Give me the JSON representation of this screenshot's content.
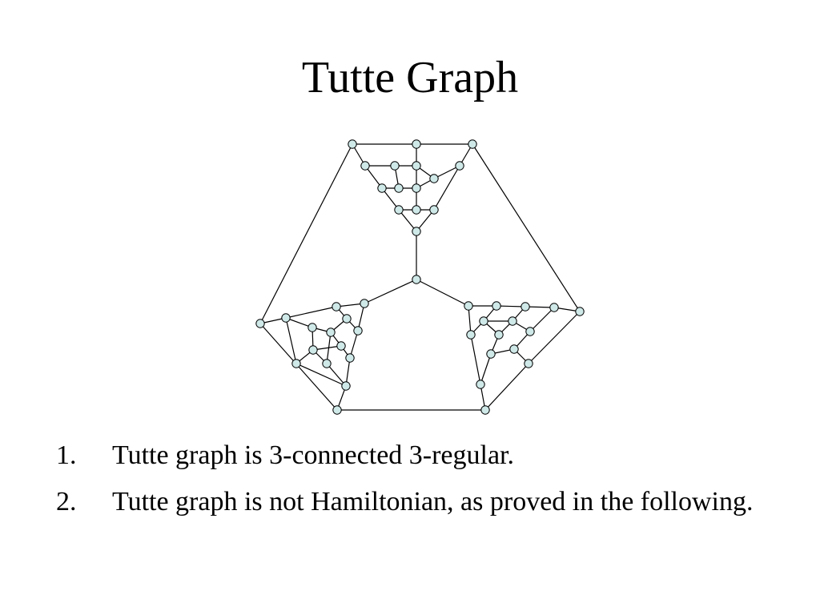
{
  "slide": {
    "title": "Tutte Graph",
    "bullets": [
      {
        "number": "1.",
        "text": "Tutte graph is 3-connected 3-regular."
      },
      {
        "number": "2.",
        "text": "Tutte graph is not Hamiltonian, as proved in the following."
      }
    ]
  },
  "colors": {
    "node_fill": "#cfe8e8",
    "edge": "#000000"
  }
}
